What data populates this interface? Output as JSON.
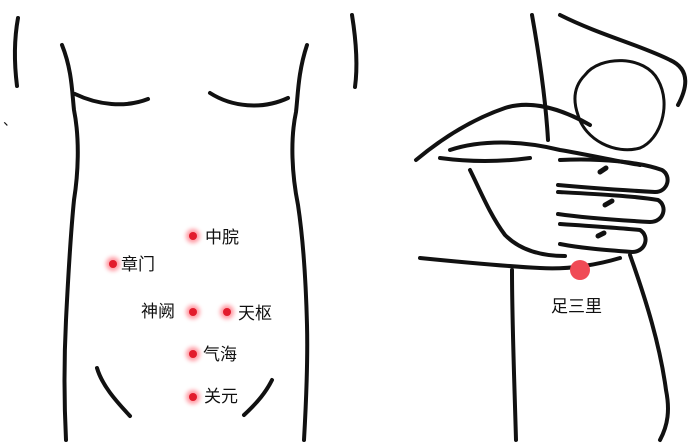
{
  "colors": {
    "point": "#e21c2c",
    "point_glow": "#ff9aa3",
    "large_point": "#f04a55",
    "line": "#111111",
    "background": "#ffffff"
  },
  "abdomen_figure": {
    "stray_mark": "、",
    "points": [
      {
        "id": "zhongwan",
        "label": "中脘"
      },
      {
        "id": "zhangmen",
        "label": "章门"
      },
      {
        "id": "shenque",
        "label": "神阙"
      },
      {
        "id": "tianshu",
        "label": "天枢"
      },
      {
        "id": "qihai",
        "label": "气海"
      },
      {
        "id": "guanyuan",
        "label": "关元"
      }
    ]
  },
  "leg_figure": {
    "points": [
      {
        "id": "zusanli",
        "label": "足三里"
      }
    ]
  }
}
